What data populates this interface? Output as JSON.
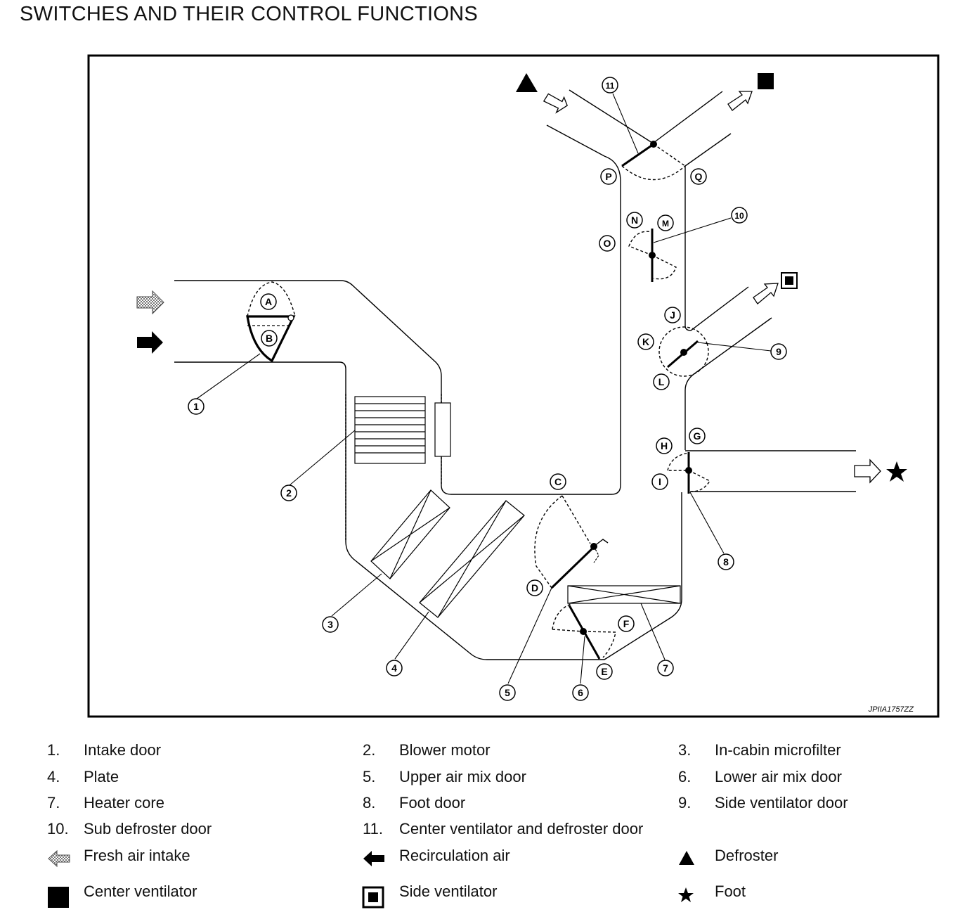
{
  "title": "SWITCHES AND THEIR CONTROL FUNCTIONS",
  "figure_id": "JPIIA1757ZZ",
  "callouts": [
    "1",
    "2",
    "3",
    "4",
    "5",
    "6",
    "7",
    "8",
    "9",
    "10",
    "11"
  ],
  "door_positions": [
    "A",
    "B",
    "C",
    "D",
    "E",
    "F",
    "G",
    "H",
    "I",
    "J",
    "K",
    "L",
    "M",
    "N",
    "O",
    "P",
    "Q"
  ],
  "legend": [
    {
      "num": "1.",
      "label": "Intake door"
    },
    {
      "num": "2.",
      "label": "Blower motor"
    },
    {
      "num": "3.",
      "label": "In-cabin microfilter"
    },
    {
      "num": "4.",
      "label": "Plate"
    },
    {
      "num": "5.",
      "label": "Upper air mix door"
    },
    {
      "num": "6.",
      "label": "Lower air mix door"
    },
    {
      "num": "7.",
      "label": "Heater core"
    },
    {
      "num": "8.",
      "label": "Foot door"
    },
    {
      "num": "9.",
      "label": "Side ventilator door"
    },
    {
      "num": "10.",
      "label": "Sub defroster door"
    },
    {
      "num": "11.",
      "label": "Center ventilator and defroster door"
    }
  ],
  "symbols": [
    {
      "icon": "fresh-air-arrow-icon",
      "label": "Fresh air intake"
    },
    {
      "icon": "recirculation-arrow-icon",
      "label": "Recirculation air"
    },
    {
      "icon": "triangle-icon",
      "label": "Defroster"
    },
    {
      "icon": "filled-square-icon",
      "label": "Center ventilator"
    },
    {
      "icon": "boxed-square-icon",
      "label": "Side ventilator"
    },
    {
      "icon": "star-icon",
      "label": "Foot"
    }
  ]
}
